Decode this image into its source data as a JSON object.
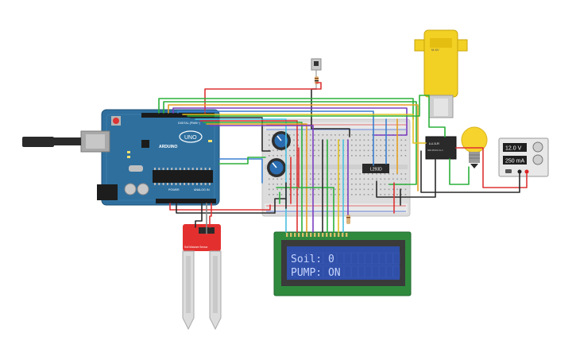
{
  "arduino": {
    "brand": "ARDUINO",
    "model": "UNO",
    "digital_label": "DIGITAL (PWM~)",
    "power_label": "POWER",
    "analog_label": "ANALOG IN"
  },
  "lcd": {
    "line1": "Soil: 0",
    "line2": "PUMP: ON"
  },
  "motor_driver": {
    "label": "L293D"
  },
  "relay": {
    "label": "LU-5-R",
    "sub": "SRD-05VDC-SL-C"
  },
  "power_supply": {
    "voltage": "12.0 V",
    "current": "250 mA"
  },
  "soil_sensor": {
    "label": "Soil Moisture Sensor"
  },
  "motor": {
    "label": "M-6V"
  },
  "colors": {
    "board": "#2e6f9e",
    "lcd_screen": "#2f4fa8",
    "lcd_text": "#c7d5ff",
    "sensor": "#e3302f",
    "motor": "#f2d024",
    "bulb": "#f6d32d"
  }
}
